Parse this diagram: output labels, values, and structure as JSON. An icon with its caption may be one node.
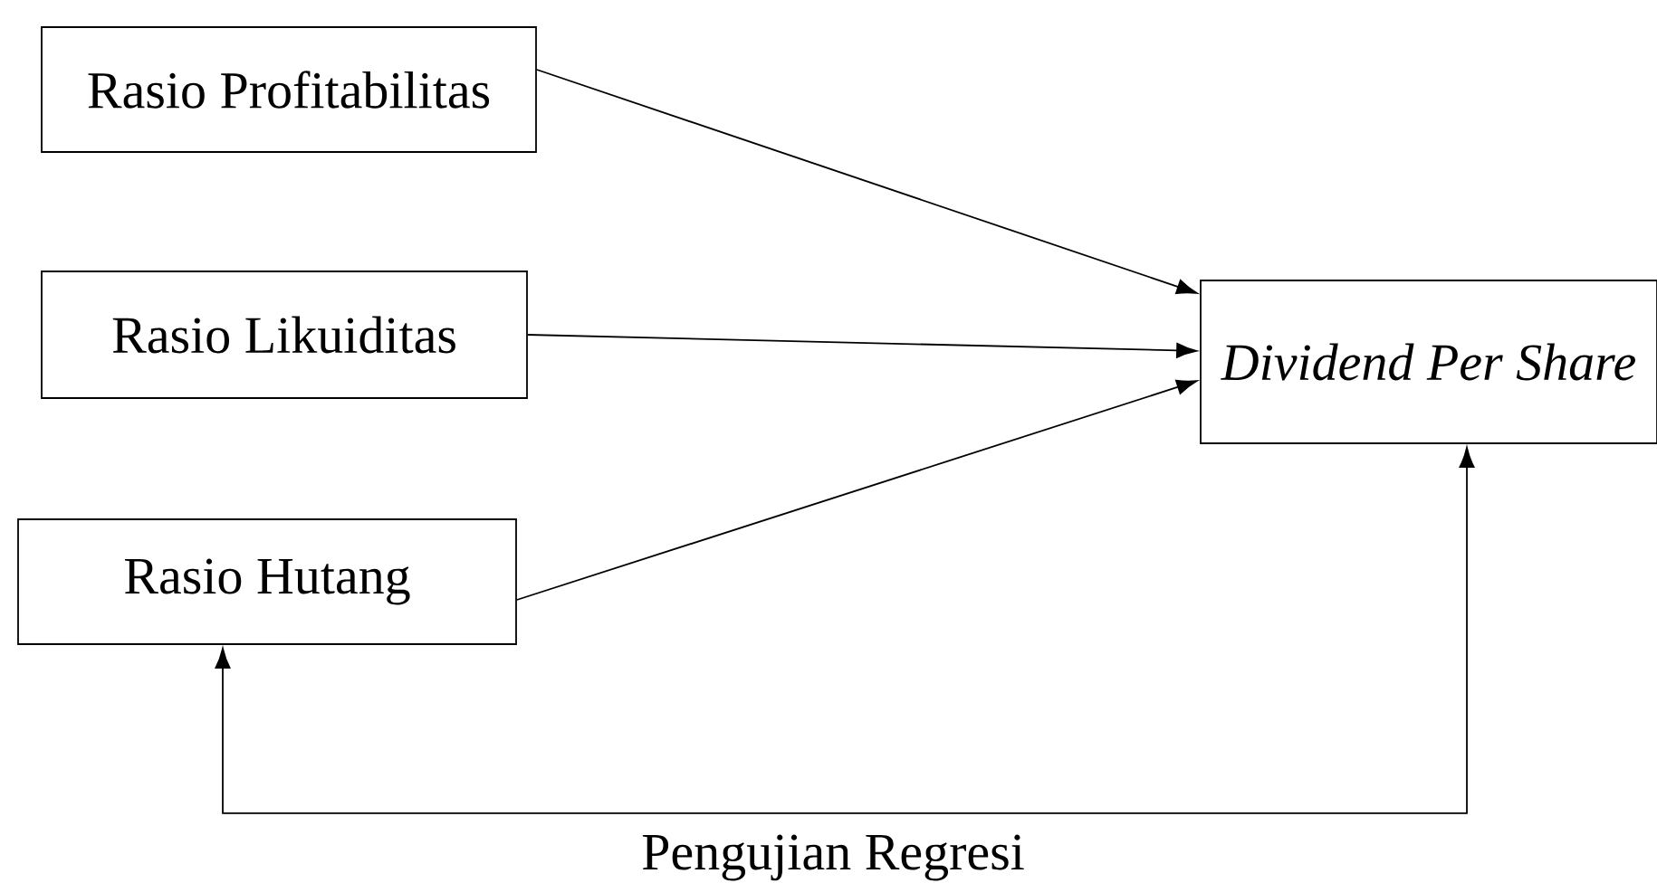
{
  "diagram": {
    "nodes": [
      {
        "text": [
          "Rasio Profitabilitas"
        ]
      },
      {
        "text": [
          "Rasio Likuiditas"
        ]
      },
      {
        "text": [
          "Rasio Hutang"
        ]
      },
      {
        "text": [
          "Dividend Per Share"
        ]
      }
    ],
    "edges": [
      {
        "from": 0,
        "to": 3,
        "arrow": "to"
      },
      {
        "from": 1,
        "to": 3,
        "arrow": "to"
      },
      {
        "from": 2,
        "to": 3,
        "arrow": "to"
      },
      {
        "from": 2,
        "to": 3,
        "arrow": "both",
        "label": "Pengujian Regresi"
      }
    ]
  }
}
